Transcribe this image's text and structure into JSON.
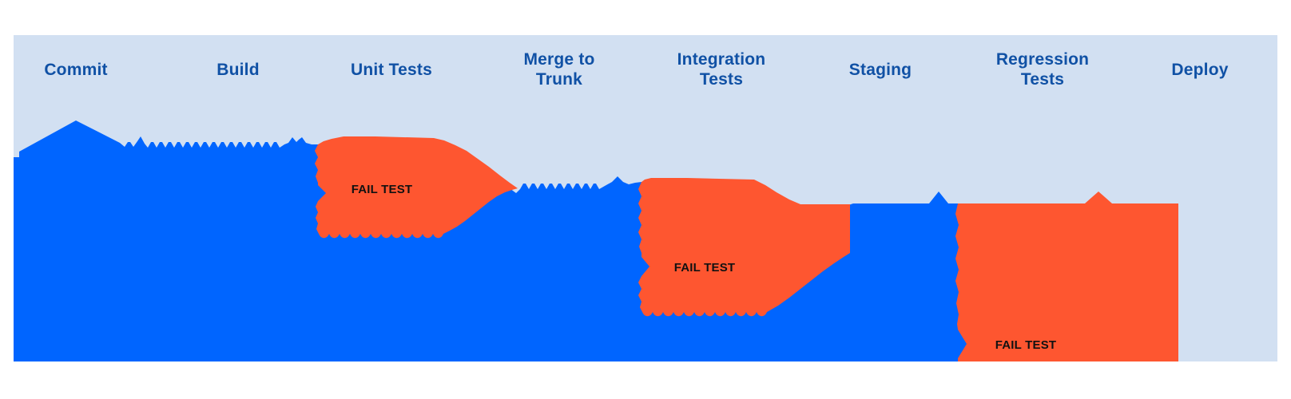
{
  "stages": [
    {
      "label": "Commit"
    },
    {
      "label": "Build"
    },
    {
      "label": "Unit Tests"
    },
    {
      "label": "Merge to\nTrunk"
    },
    {
      "label": "Integration\nTests"
    },
    {
      "label": "Staging"
    },
    {
      "label": "Regression\nTests"
    },
    {
      "label": "Deploy"
    }
  ],
  "fail_labels": [
    "FAIL TEST",
    "FAIL TEST",
    "FAIL TEST"
  ],
  "colors": {
    "flow_blue": "#0065FF",
    "fail_orange": "#FE5630",
    "panel_bg": "#D2E0F2",
    "label_blue": "#1051A5",
    "fail_text": "#111111",
    "page_bg": "#FFFFFF"
  }
}
